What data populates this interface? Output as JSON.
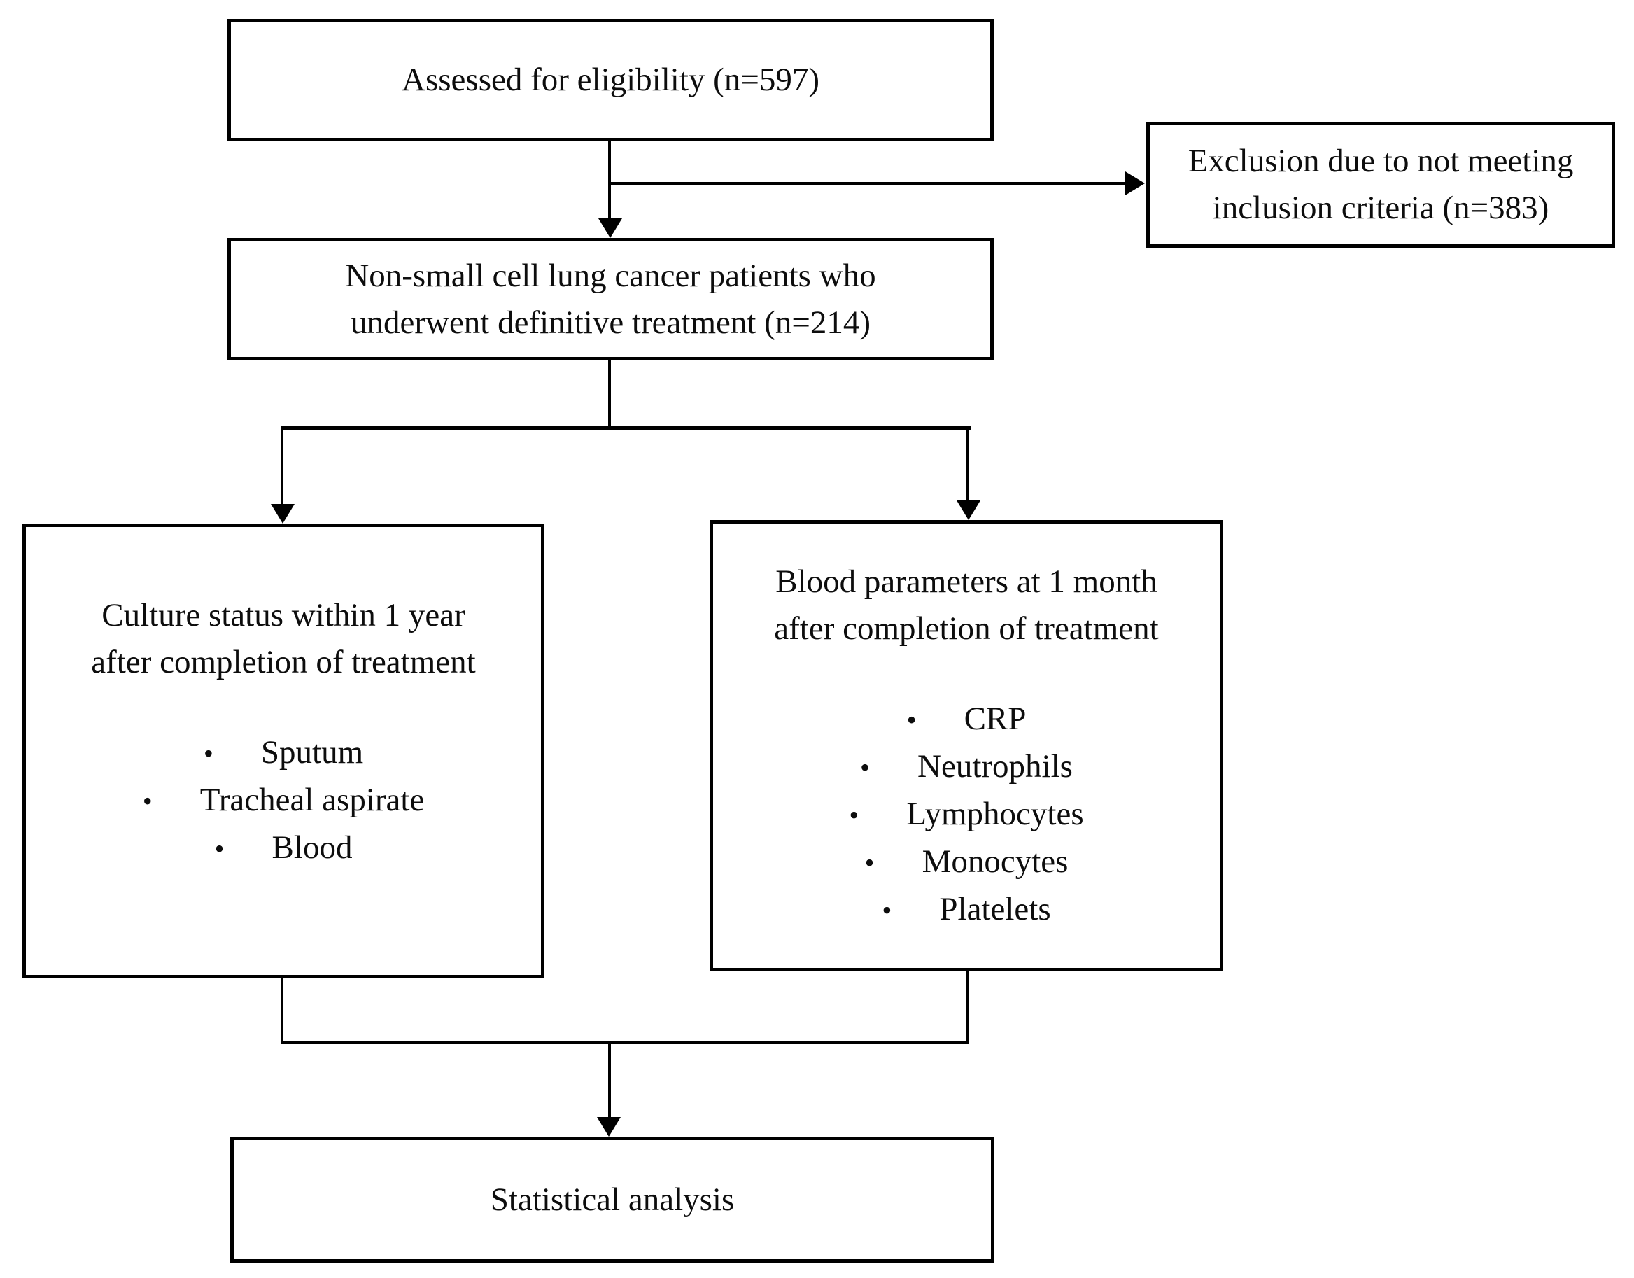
{
  "diagram": {
    "bullet_glyph": "•",
    "colors": {
      "line": "#000000",
      "background": "#ffffff",
      "text": "#0d0d0d"
    },
    "boxes": {
      "assessed": {
        "label": "Assessed for eligibility (n=597)"
      },
      "exclusion": {
        "line1": "Exclusion due to not meeting",
        "line2": "inclusion criteria (n=383)"
      },
      "nsclc": {
        "line1": "Non-small cell lung cancer patients who",
        "line2": "underwent definitive treatment (n=214)"
      },
      "culture": {
        "title_line1": "Culture status within 1 year",
        "title_line2": "after completion of treatment",
        "bullets": [
          "Sputum",
          "Tracheal aspirate",
          "Blood"
        ]
      },
      "blood": {
        "title_line1": "Blood parameters at 1 month",
        "title_line2": "after completion of treatment",
        "bullets": [
          "CRP",
          "Neutrophils",
          "Lymphocytes",
          "Monocytes",
          "Platelets"
        ]
      },
      "stats": {
        "label": "Statistical analysis"
      }
    }
  }
}
